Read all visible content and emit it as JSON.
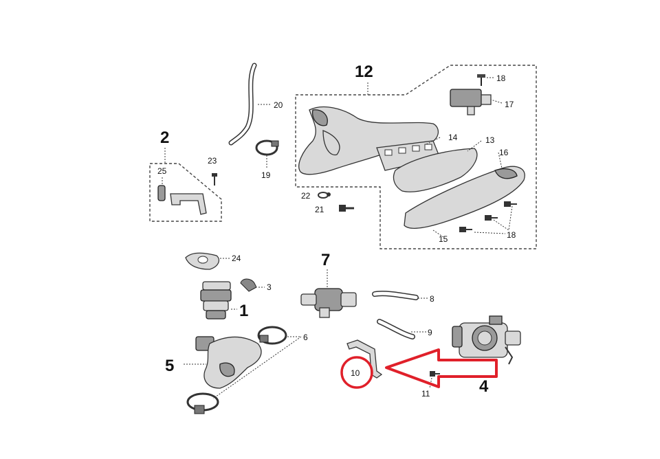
{
  "labels": {
    "n1": "1",
    "n2": "2",
    "n3": "3",
    "n4": "4",
    "n5": "5",
    "n6": "6",
    "n7": "7",
    "n8": "8",
    "n9": "9",
    "n10": "10",
    "n11": "11",
    "n12": "12",
    "n13": "13",
    "n14": "14",
    "n15": "15",
    "n16": "16",
    "n17": "17",
    "n18a": "18",
    "n18b": "18",
    "n19": "19",
    "n20": "20",
    "n21": "21",
    "n22": "22",
    "n23": "23",
    "n24": "24",
    "n25": "25"
  },
  "colors": {
    "highlight_circle": "#e0202a",
    "arrow_outline": "#e0202a",
    "line": "#333333",
    "part_fill": "#d9d9d9"
  },
  "icons": {
    "highlight": "red-circle-highlight",
    "pointer": "red-outline-arrow"
  }
}
